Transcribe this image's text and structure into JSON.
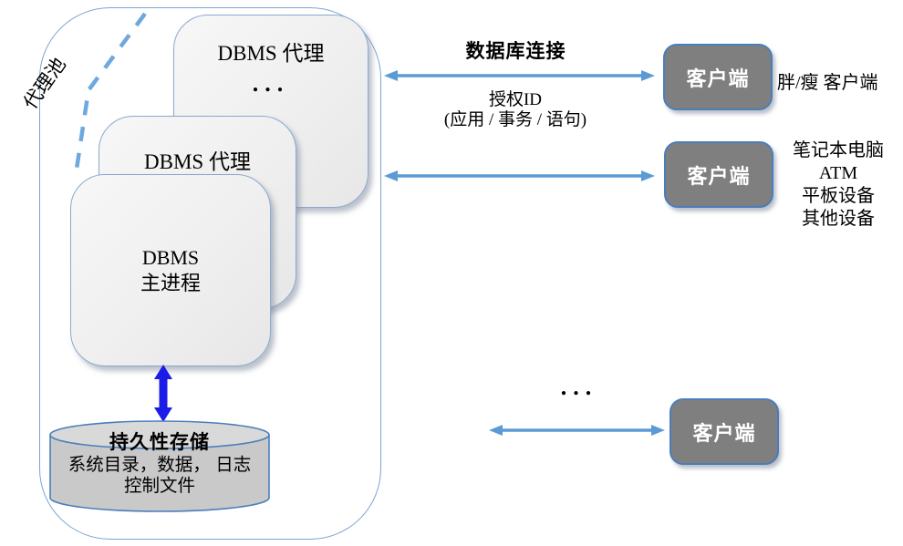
{
  "diagram": {
    "pool_label": "代理池",
    "agent_box_back": {
      "title": "DBMS 代理",
      "ellipsis": "..."
    },
    "agent_box_middle": {
      "title": "DBMS 代理"
    },
    "main_box": {
      "line1": "DBMS",
      "line2": "主进程"
    },
    "storage": {
      "title": "持久性存储",
      "line1": "系统目录，数据， 日志",
      "line2": "控制文件"
    },
    "connection": {
      "heading": "数据库连接",
      "auth_id": "授权ID",
      "auth_detail": "(应用 / 事务 / 语句)"
    },
    "client_label": "客户端",
    "client_note_1": "胖/瘦 客户端",
    "devices": [
      "笔记本电脑",
      "ATM",
      "平板设备",
      "其他设备"
    ],
    "more_ellipsis": "...",
    "colors": {
      "connection_arrow_blue": "#5B9BD5",
      "storage_arrow_blue": "#1C1CE8",
      "outline_blue": "#7aa4d4",
      "box_border_blue": "#8aaacd",
      "client_gray": "#7f7f7f",
      "box_fill_gray": "#efefef",
      "cylinder_gray": "#c9c9c9",
      "cylinder_top_gray": "#d9d9d9"
    }
  }
}
